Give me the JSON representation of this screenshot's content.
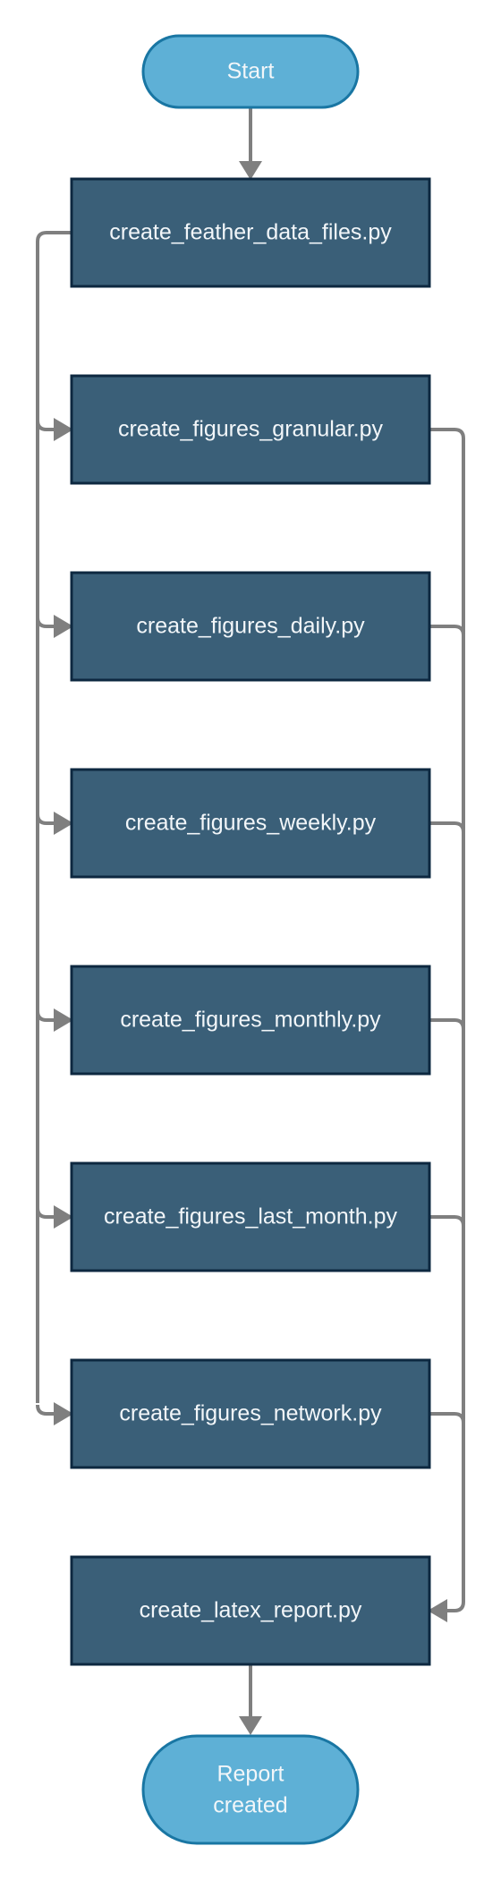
{
  "diagram": {
    "start": {
      "label": "Start"
    },
    "steps": [
      {
        "id": "feather",
        "label": "create_feather_data_files.py"
      },
      {
        "id": "granular",
        "label": "create_figures_granular.py"
      },
      {
        "id": "daily",
        "label": "create_figures_daily.py"
      },
      {
        "id": "weekly",
        "label": "create_figures_weekly.py"
      },
      {
        "id": "monthly",
        "label": "create_figures_monthly.py"
      },
      {
        "id": "last_month",
        "label": "create_figures_last_month.py"
      },
      {
        "id": "network",
        "label": "create_figures_network.py"
      },
      {
        "id": "latex",
        "label": "create_latex_report.py"
      }
    ],
    "end": {
      "label_lines": [
        "Report",
        "created"
      ]
    }
  },
  "colors": {
    "terminal_fill": "#5eb0d6",
    "terminal_border": "#1976a3",
    "process_fill": "#3a5f78",
    "process_border": "#0d2840",
    "connector": "#7f7f7f",
    "label_text": "#f2f6f9"
  }
}
